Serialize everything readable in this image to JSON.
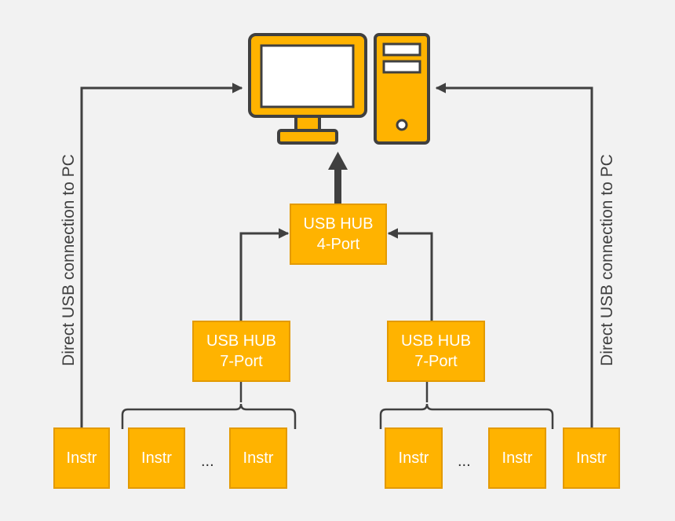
{
  "colors": {
    "box_fill": "#ffb300",
    "box_border": "#e39a00",
    "line": "#404040",
    "background": "#f2f2f2"
  },
  "icons": {
    "monitor": "monitor-icon",
    "tower": "pc-tower-icon"
  },
  "hubs": {
    "main": {
      "line1": "USB HUB",
      "line2": "4-Port"
    },
    "left": {
      "line1": "USB HUB",
      "line2": "7-Port"
    },
    "right": {
      "line1": "USB HUB",
      "line2": "7-Port"
    }
  },
  "instruments": {
    "label": "Instr",
    "ellipsis": "..."
  },
  "side_labels": {
    "left": "Direct USB connection to PC",
    "right": "Direct USB connection to PC"
  }
}
